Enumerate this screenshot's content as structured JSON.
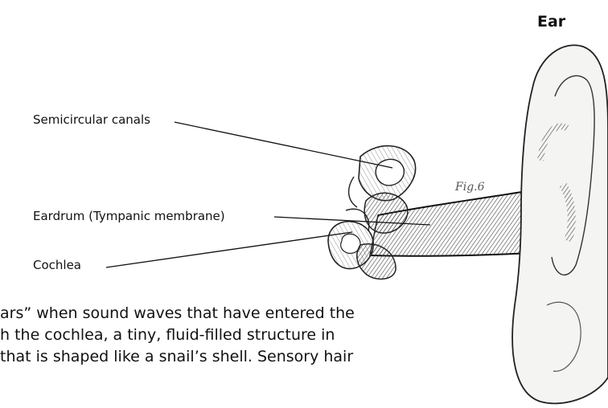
{
  "title": "Ear",
  "figure_caption": "Fig.6",
  "labels": {
    "semicircular": "Semicircular canals",
    "eardrum": "Eardrum (Tympanic membrane)",
    "cochlea": "Cochlea"
  },
  "body_lines": [
    "ars” when sound waves that have entered the",
    "h the cochlea, a tiny, fluid-filled structure in",
    "that is shaped like a snail’s shell. Sensory hair"
  ]
}
